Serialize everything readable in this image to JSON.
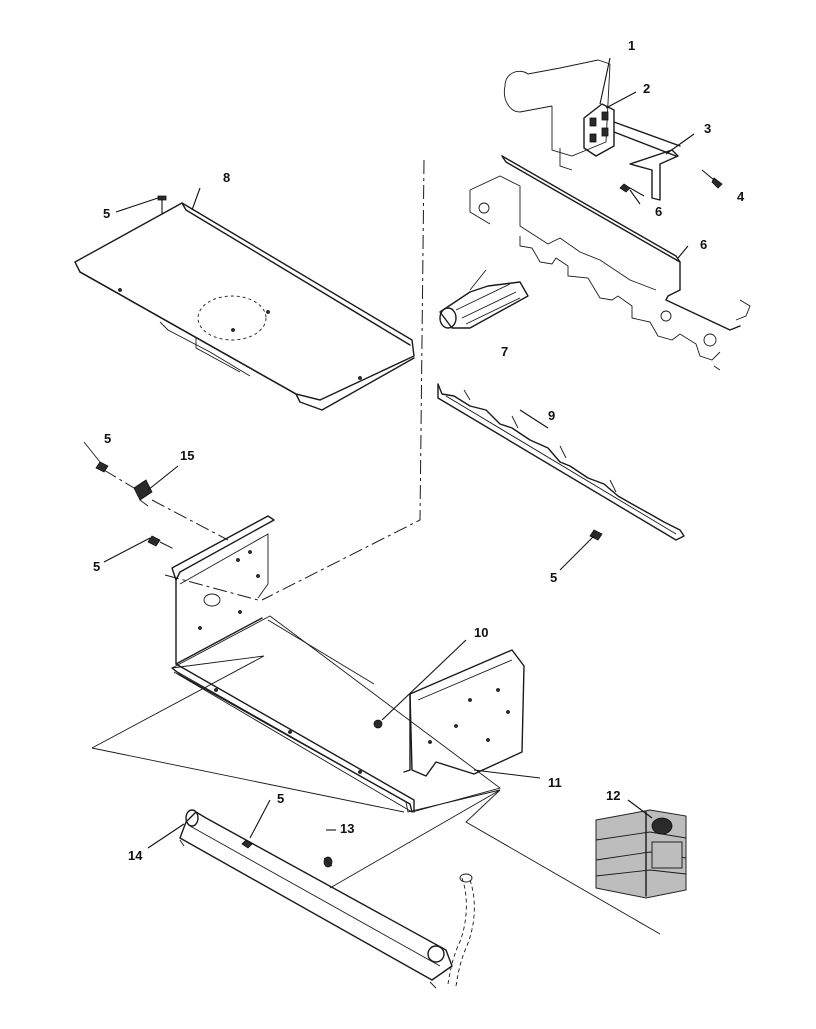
{
  "callouts": [
    {
      "id": "c1",
      "label": "1"
    },
    {
      "id": "c2",
      "label": "2"
    },
    {
      "id": "c3",
      "label": "3"
    },
    {
      "id": "c4",
      "label": "4"
    },
    {
      "id": "c5a",
      "label": "5"
    },
    {
      "id": "c6a",
      "label": "6"
    },
    {
      "id": "c6b",
      "label": "6"
    },
    {
      "id": "c7",
      "label": "7"
    },
    {
      "id": "c8",
      "label": "8"
    },
    {
      "id": "c5b",
      "label": "5"
    },
    {
      "id": "c9",
      "label": "9"
    },
    {
      "id": "c5c",
      "label": "5"
    },
    {
      "id": "c15",
      "label": "15"
    },
    {
      "id": "c5d",
      "label": "5"
    },
    {
      "id": "c5e",
      "label": "5"
    },
    {
      "id": "c10",
      "label": "10"
    },
    {
      "id": "c11",
      "label": "11"
    },
    {
      "id": "c12",
      "label": "12"
    },
    {
      "id": "c5f",
      "label": "5"
    },
    {
      "id": "c13",
      "label": "13"
    },
    {
      "id": "c14",
      "label": "14"
    }
  ]
}
